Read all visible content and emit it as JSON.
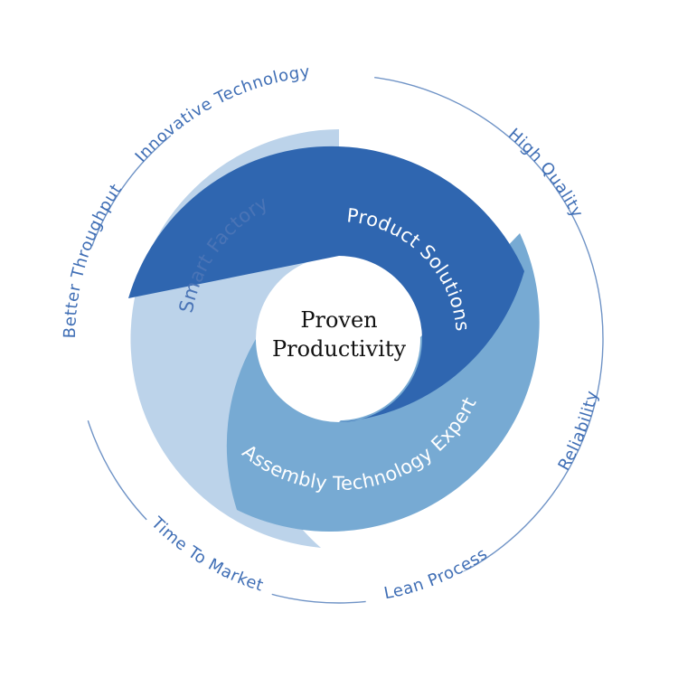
{
  "center": {
    "line1": "Proven",
    "line2": "Productivity"
  },
  "bands": {
    "product_solutions": "Product Solutions",
    "smart_factory": "Smart Factory",
    "assembly_technology_expert": "Assembly Technology Expert"
  },
  "outer_ring": {
    "innovative_technology": "Innovative Technology",
    "high_quality": "High Quality",
    "reliability": "Reliability",
    "lean_process": "Lean Process",
    "time_to_market": "Time To Market",
    "better_throughput": "Better Throughput"
  },
  "colors": {
    "dark_blue": "#2f66b0",
    "mid_blue": "#77aad3",
    "light_blue": "#bcd3ea",
    "ring_line": "#6f93c6",
    "outer_text": "#3f6eb5",
    "band_text_light": "#ffffff",
    "band_text_dark": "#4a74b6",
    "center_text": "#111111"
  }
}
